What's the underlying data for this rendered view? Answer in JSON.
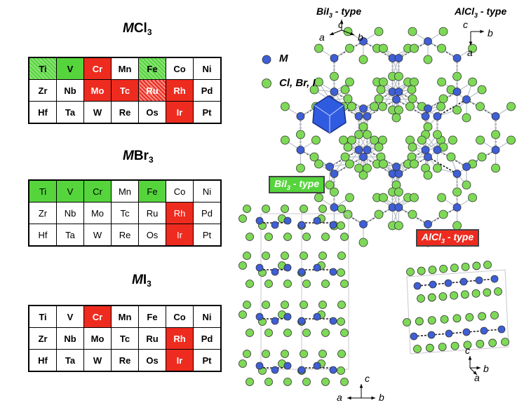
{
  "colors": {
    "green": "#55d43c",
    "red": "#ee2b1f",
    "metal": "#3f5fd6",
    "halogen": "#7ed957"
  },
  "tables": [
    {
      "title_m": "M",
      "title_x": "Cl",
      "title_sub": "3",
      "rows": [
        [
          {
            "t": "Ti",
            "c": "gh"
          },
          {
            "t": "V",
            "c": "g"
          },
          {
            "t": "Cr",
            "c": "r"
          },
          {
            "t": "Mn",
            "c": ""
          },
          {
            "t": "Fe",
            "c": "gh"
          },
          {
            "t": "Co",
            "c": ""
          },
          {
            "t": "Ni",
            "c": ""
          }
        ],
        [
          {
            "t": "Zr",
            "c": ""
          },
          {
            "t": "Nb",
            "c": ""
          },
          {
            "t": "Mo",
            "c": "r"
          },
          {
            "t": "Tc",
            "c": "r"
          },
          {
            "t": "Ru",
            "c": "rh"
          },
          {
            "t": "Rh",
            "c": "r"
          },
          {
            "t": "Pd",
            "c": ""
          }
        ],
        [
          {
            "t": "Hf",
            "c": ""
          },
          {
            "t": "Ta",
            "c": ""
          },
          {
            "t": "W",
            "c": ""
          },
          {
            "t": "Re",
            "c": ""
          },
          {
            "t": "Os",
            "c": ""
          },
          {
            "t": "Ir",
            "c": "r"
          },
          {
            "t": "Pt",
            "c": ""
          }
        ]
      ]
    },
    {
      "title_m": "M",
      "title_x": "Br",
      "title_sub": "3",
      "rows": [
        [
          {
            "t": "Ti",
            "c": "g"
          },
          {
            "t": "V",
            "c": "g"
          },
          {
            "t": "Cr",
            "c": "g"
          },
          {
            "t": "Mn",
            "c": ""
          },
          {
            "t": "Fe",
            "c": "g"
          },
          {
            "t": "Co",
            "c": ""
          },
          {
            "t": "Ni",
            "c": ""
          }
        ],
        [
          {
            "t": "Zr",
            "c": ""
          },
          {
            "t": "Nb",
            "c": ""
          },
          {
            "t": "Mo",
            "c": ""
          },
          {
            "t": "Tc",
            "c": ""
          },
          {
            "t": "Ru",
            "c": ""
          },
          {
            "t": "Rh",
            "c": "r"
          },
          {
            "t": "Pd",
            "c": ""
          }
        ],
        [
          {
            "t": "Hf",
            "c": ""
          },
          {
            "t": "Ta",
            "c": ""
          },
          {
            "t": "W",
            "c": ""
          },
          {
            "t": "Re",
            "c": ""
          },
          {
            "t": "Os",
            "c": ""
          },
          {
            "t": "Ir",
            "c": "r"
          },
          {
            "t": "Pt",
            "c": ""
          }
        ]
      ]
    },
    {
      "title_m": "M",
      "title_x": "I",
      "title_sub": "3",
      "rows": [
        [
          {
            "t": "Ti",
            "c": ""
          },
          {
            "t": "V",
            "c": ""
          },
          {
            "t": "Cr",
            "c": "r"
          },
          {
            "t": "Mn",
            "c": ""
          },
          {
            "t": "Fe",
            "c": ""
          },
          {
            "t": "Co",
            "c": ""
          },
          {
            "t": "Ni",
            "c": ""
          }
        ],
        [
          {
            "t": "Zr",
            "c": ""
          },
          {
            "t": "Nb",
            "c": ""
          },
          {
            "t": "Mo",
            "c": ""
          },
          {
            "t": "Tc",
            "c": ""
          },
          {
            "t": "Ru",
            "c": ""
          },
          {
            "t": "Rh",
            "c": "r"
          },
          {
            "t": "Pd",
            "c": ""
          }
        ],
        [
          {
            "t": "Hf",
            "c": ""
          },
          {
            "t": "Ta",
            "c": ""
          },
          {
            "t": "W",
            "c": ""
          },
          {
            "t": "Re",
            "c": ""
          },
          {
            "t": "Os",
            "c": ""
          },
          {
            "t": "Ir",
            "c": "r"
          },
          {
            "t": "Pt",
            "c": ""
          }
        ]
      ]
    }
  ],
  "labels": {
    "bil3_top": "BiI",
    "bil3_sub": "3",
    "type_suffix": " - type",
    "alcl3_top": "AlCl",
    "alcl3_sub": "3",
    "legend_m": "M",
    "legend_x": "Cl, Br, I",
    "bil3_box": "BiI",
    "alcl3_box": "AlCl"
  },
  "axes": {
    "a": "a",
    "b": "b",
    "c": "c"
  }
}
